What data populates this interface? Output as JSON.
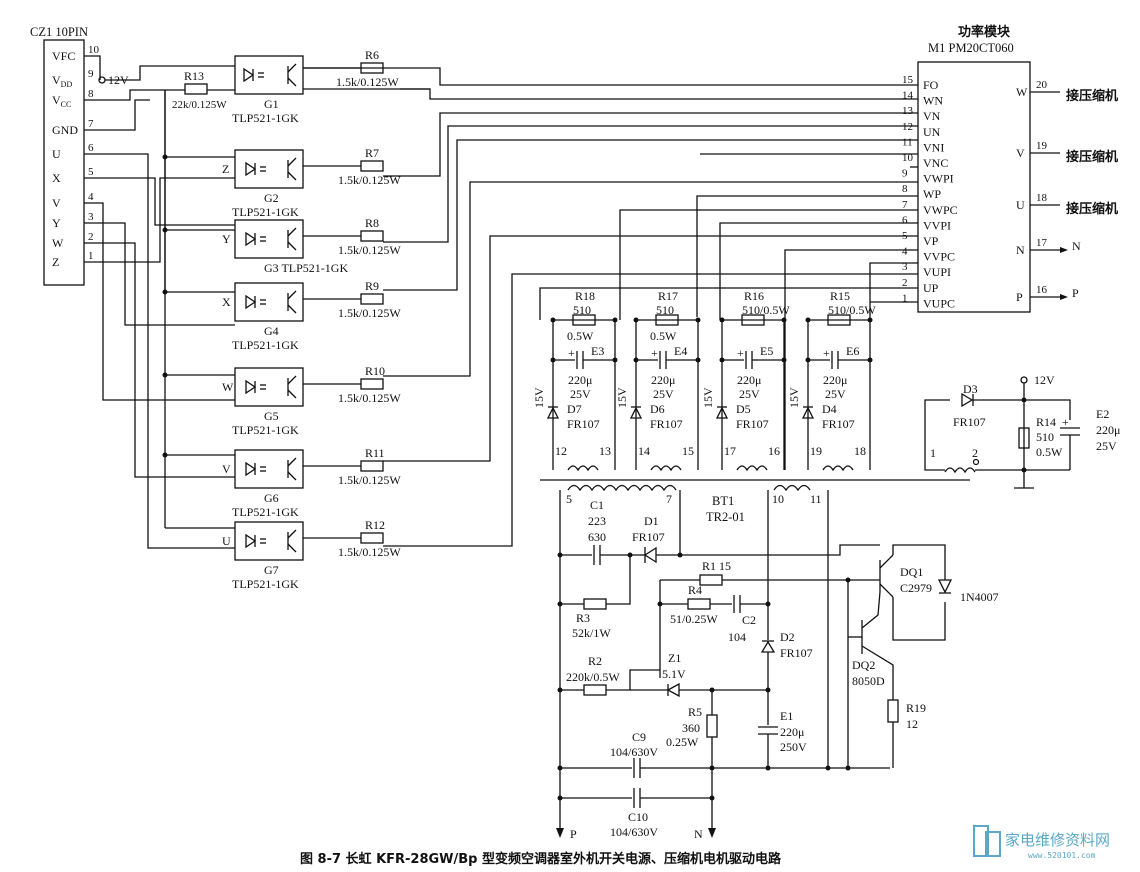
{
  "connector": {
    "title": "CZ1 10PIN",
    "pins": [
      {
        "num": "10",
        "name": "VFC"
      },
      {
        "num": "9",
        "name": "V",
        "sub": "DD"
      },
      {
        "num": "8",
        "name": "V",
        "sub": "CC"
      },
      {
        "num": "7",
        "name": "GND"
      },
      {
        "num": "6",
        "name": "U"
      },
      {
        "num": "5",
        "name": "X"
      },
      {
        "num": "4",
        "name": "V"
      },
      {
        "num": "3",
        "name": "Y"
      },
      {
        "num": "2",
        "name": "W"
      },
      {
        "num": "1",
        "name": "Z"
      }
    ],
    "v12": "12V"
  },
  "r13": {
    "name": "R13",
    "value": "22k/0.125W"
  },
  "optos": [
    {
      "name": "G1",
      "part": "TLP521-1GK",
      "pin": ""
    },
    {
      "name": "G2",
      "part": "TLP521-1GK",
      "pin": "Z"
    },
    {
      "name": "G3 TLP521-1GK",
      "part": "",
      "pin": "Y"
    },
    {
      "name": "G4",
      "part": "TLP521-1GK",
      "pin": "X"
    },
    {
      "name": "G5",
      "part": "TLP521-1GK",
      "pin": "W"
    },
    {
      "name": "G6",
      "part": "TLP521-1GK",
      "pin": "V"
    },
    {
      "name": "G7",
      "part": "TLP521-1GK",
      "pin": "U"
    }
  ],
  "resistors": [
    {
      "name": "R6",
      "value": "1.5k/0.125W"
    },
    {
      "name": "R7",
      "value": "1.5k/0.125W"
    },
    {
      "name": "R8",
      "value": "1.5k/0.125W"
    },
    {
      "name": "R9",
      "value": "1.5k/0.125W"
    },
    {
      "name": "R10",
      "value": "1.5k/0.125W"
    },
    {
      "name": "R11",
      "value": "1.5k/0.125W"
    },
    {
      "name": "R12",
      "value": "1.5k/0.125W"
    }
  ],
  "module": {
    "title": "功率模块",
    "part": "M1 PM20CT060",
    "left_pins": [
      {
        "num": "15",
        "name": "FO"
      },
      {
        "num": "14",
        "name": "WN"
      },
      {
        "num": "13",
        "name": "VN"
      },
      {
        "num": "12",
        "name": "UN"
      },
      {
        "num": "11",
        "name": "VNI"
      },
      {
        "num": "10",
        "name": "VNC"
      },
      {
        "num": "9",
        "name": "VWPI"
      },
      {
        "num": "8",
        "name": "WP"
      },
      {
        "num": "7",
        "name": "VWPC"
      },
      {
        "num": "6",
        "name": "VVPI"
      },
      {
        "num": "5",
        "name": "VP"
      },
      {
        "num": "4",
        "name": "VVPC"
      },
      {
        "num": "3",
        "name": "VUPI"
      },
      {
        "num": "2",
        "name": "UP"
      },
      {
        "num": "1",
        "name": "VUPC"
      }
    ],
    "right_pins": [
      {
        "num": "20",
        "name": "W",
        "label": "接压缩机"
      },
      {
        "num": "19",
        "name": "V",
        "label": "接压缩机"
      },
      {
        "num": "18",
        "name": "U",
        "label": "接压缩机"
      },
      {
        "num": "17",
        "name": "N",
        "label": "N"
      },
      {
        "num": "16",
        "name": "P",
        "label": "P"
      }
    ]
  },
  "supplies": [
    {
      "r": "R18",
      "rv": "510",
      "rw": "0.5W",
      "e": "E3",
      "ev": "220μ",
      "ew": "25V",
      "z": "15V",
      "d": "D7",
      "dv": "FR107",
      "p1": "12",
      "p2": "13"
    },
    {
      "r": "R17",
      "rv": "510",
      "rw": "0.5W",
      "e": "E4",
      "ev": "220μ",
      "ew": "25V",
      "z": "15V",
      "d": "D6",
      "dv": "FR107",
      "p1": "14",
      "p2": "15"
    },
    {
      "r": "R16",
      "rv": "510/0.5W",
      "rw": "",
      "e": "E5",
      "ev": "220μ",
      "ew": "25V",
      "z": "15V",
      "d": "D5",
      "dv": "FR107",
      "p1": "17",
      "p2": "16"
    },
    {
      "r": "R15",
      "rv": "510/0.5W",
      "rw": "",
      "e": "E6",
      "ev": "220μ",
      "ew": "25V",
      "z": "15V",
      "d": "D4",
      "dv": "FR107",
      "p1": "19",
      "p2": "18"
    }
  ],
  "aux": {
    "d3": "D3",
    "d3v": "FR107",
    "v12": "12V",
    "r14": "R14",
    "r14v": "510",
    "r14w": "0.5W",
    "e2": "E2",
    "e2v": "220μ",
    "e2w": "25V",
    "p1": "1",
    "p2": "2"
  },
  "transformer": {
    "name": "BT1",
    "part": "TR2-01",
    "p5": "5",
    "p7": "7",
    "p10": "10",
    "p11": "11"
  },
  "primary": {
    "c1": "C1",
    "c1v": "223",
    "c1w": "630",
    "d1": "D1",
    "d1v": "FR107",
    "r1": "R1 15",
    "r3": "R3",
    "r3v": "52k/1W",
    "r4": "R4",
    "r4v": "51/0.25W",
    "c2": "C2",
    "c2v": "104",
    "d2": "D2",
    "d2v": "FR107",
    "r2": "R2",
    "r2v": "220k/0.5W",
    "z1": "Z1",
    "z1v": "5.1V",
    "r5": "R5",
    "r5v": "360",
    "r5w": "0.25W",
    "e1": "E1",
    "e1v": "220μ",
    "e1w": "250V",
    "c9": "C9",
    "c9v": "104/630V",
    "c10": "C10",
    "c10v": "104/630V",
    "dq1": "DQ1",
    "dq1v": "C2979",
    "dq2": "DQ2",
    "dq2v": "8050D",
    "d_1n": "1N4007",
    "r19": "R19",
    "r19v": "12",
    "p": "P",
    "n": "N"
  },
  "caption": "图 8-7   长虹 KFR-28GW/Bp 型变频空调器室外机开关电源、压缩机电机驱动电路",
  "watermark": {
    "text": "家电维修资料网",
    "url": "www.520101.com"
  }
}
